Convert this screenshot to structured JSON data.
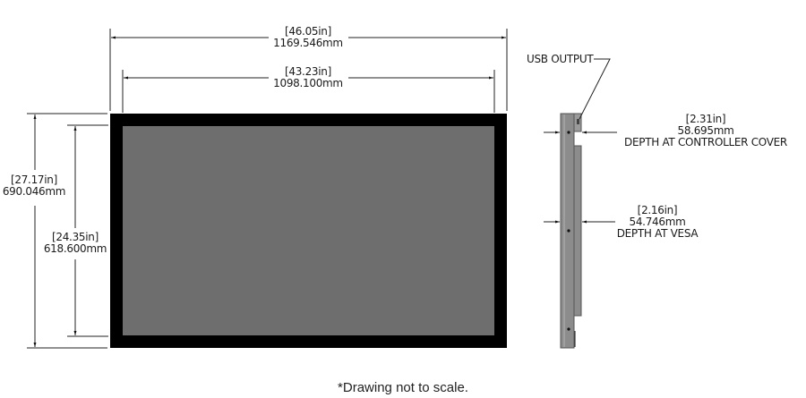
{
  "drawing": {
    "front_view": {
      "overall_width": {
        "inches": "46.05in",
        "mm": "1169.546mm"
      },
      "active_width": {
        "inches": "43.23in",
        "mm": "1098.100mm"
      },
      "overall_height": {
        "inches": "27.17in",
        "mm": "690.046mm"
      },
      "active_height": {
        "inches": "24.35in",
        "mm": "618.600mm"
      },
      "colors": {
        "bezel": "#000000",
        "screen": "#6e6e6e"
      }
    },
    "side_view": {
      "usb_label": "USB OUTPUT",
      "depth_controller": {
        "inches": "2.31in",
        "mm": "58.695mm",
        "caption": "DEPTH AT CONTROLLER COVER"
      },
      "depth_vesa": {
        "inches": "2.16in",
        "mm": "54.746mm",
        "caption": "DEPTH AT VESA"
      },
      "colors": {
        "body": "#8c8c8c",
        "edge": "#5a5a5a"
      }
    },
    "footnote": "*Drawing not to scale."
  }
}
